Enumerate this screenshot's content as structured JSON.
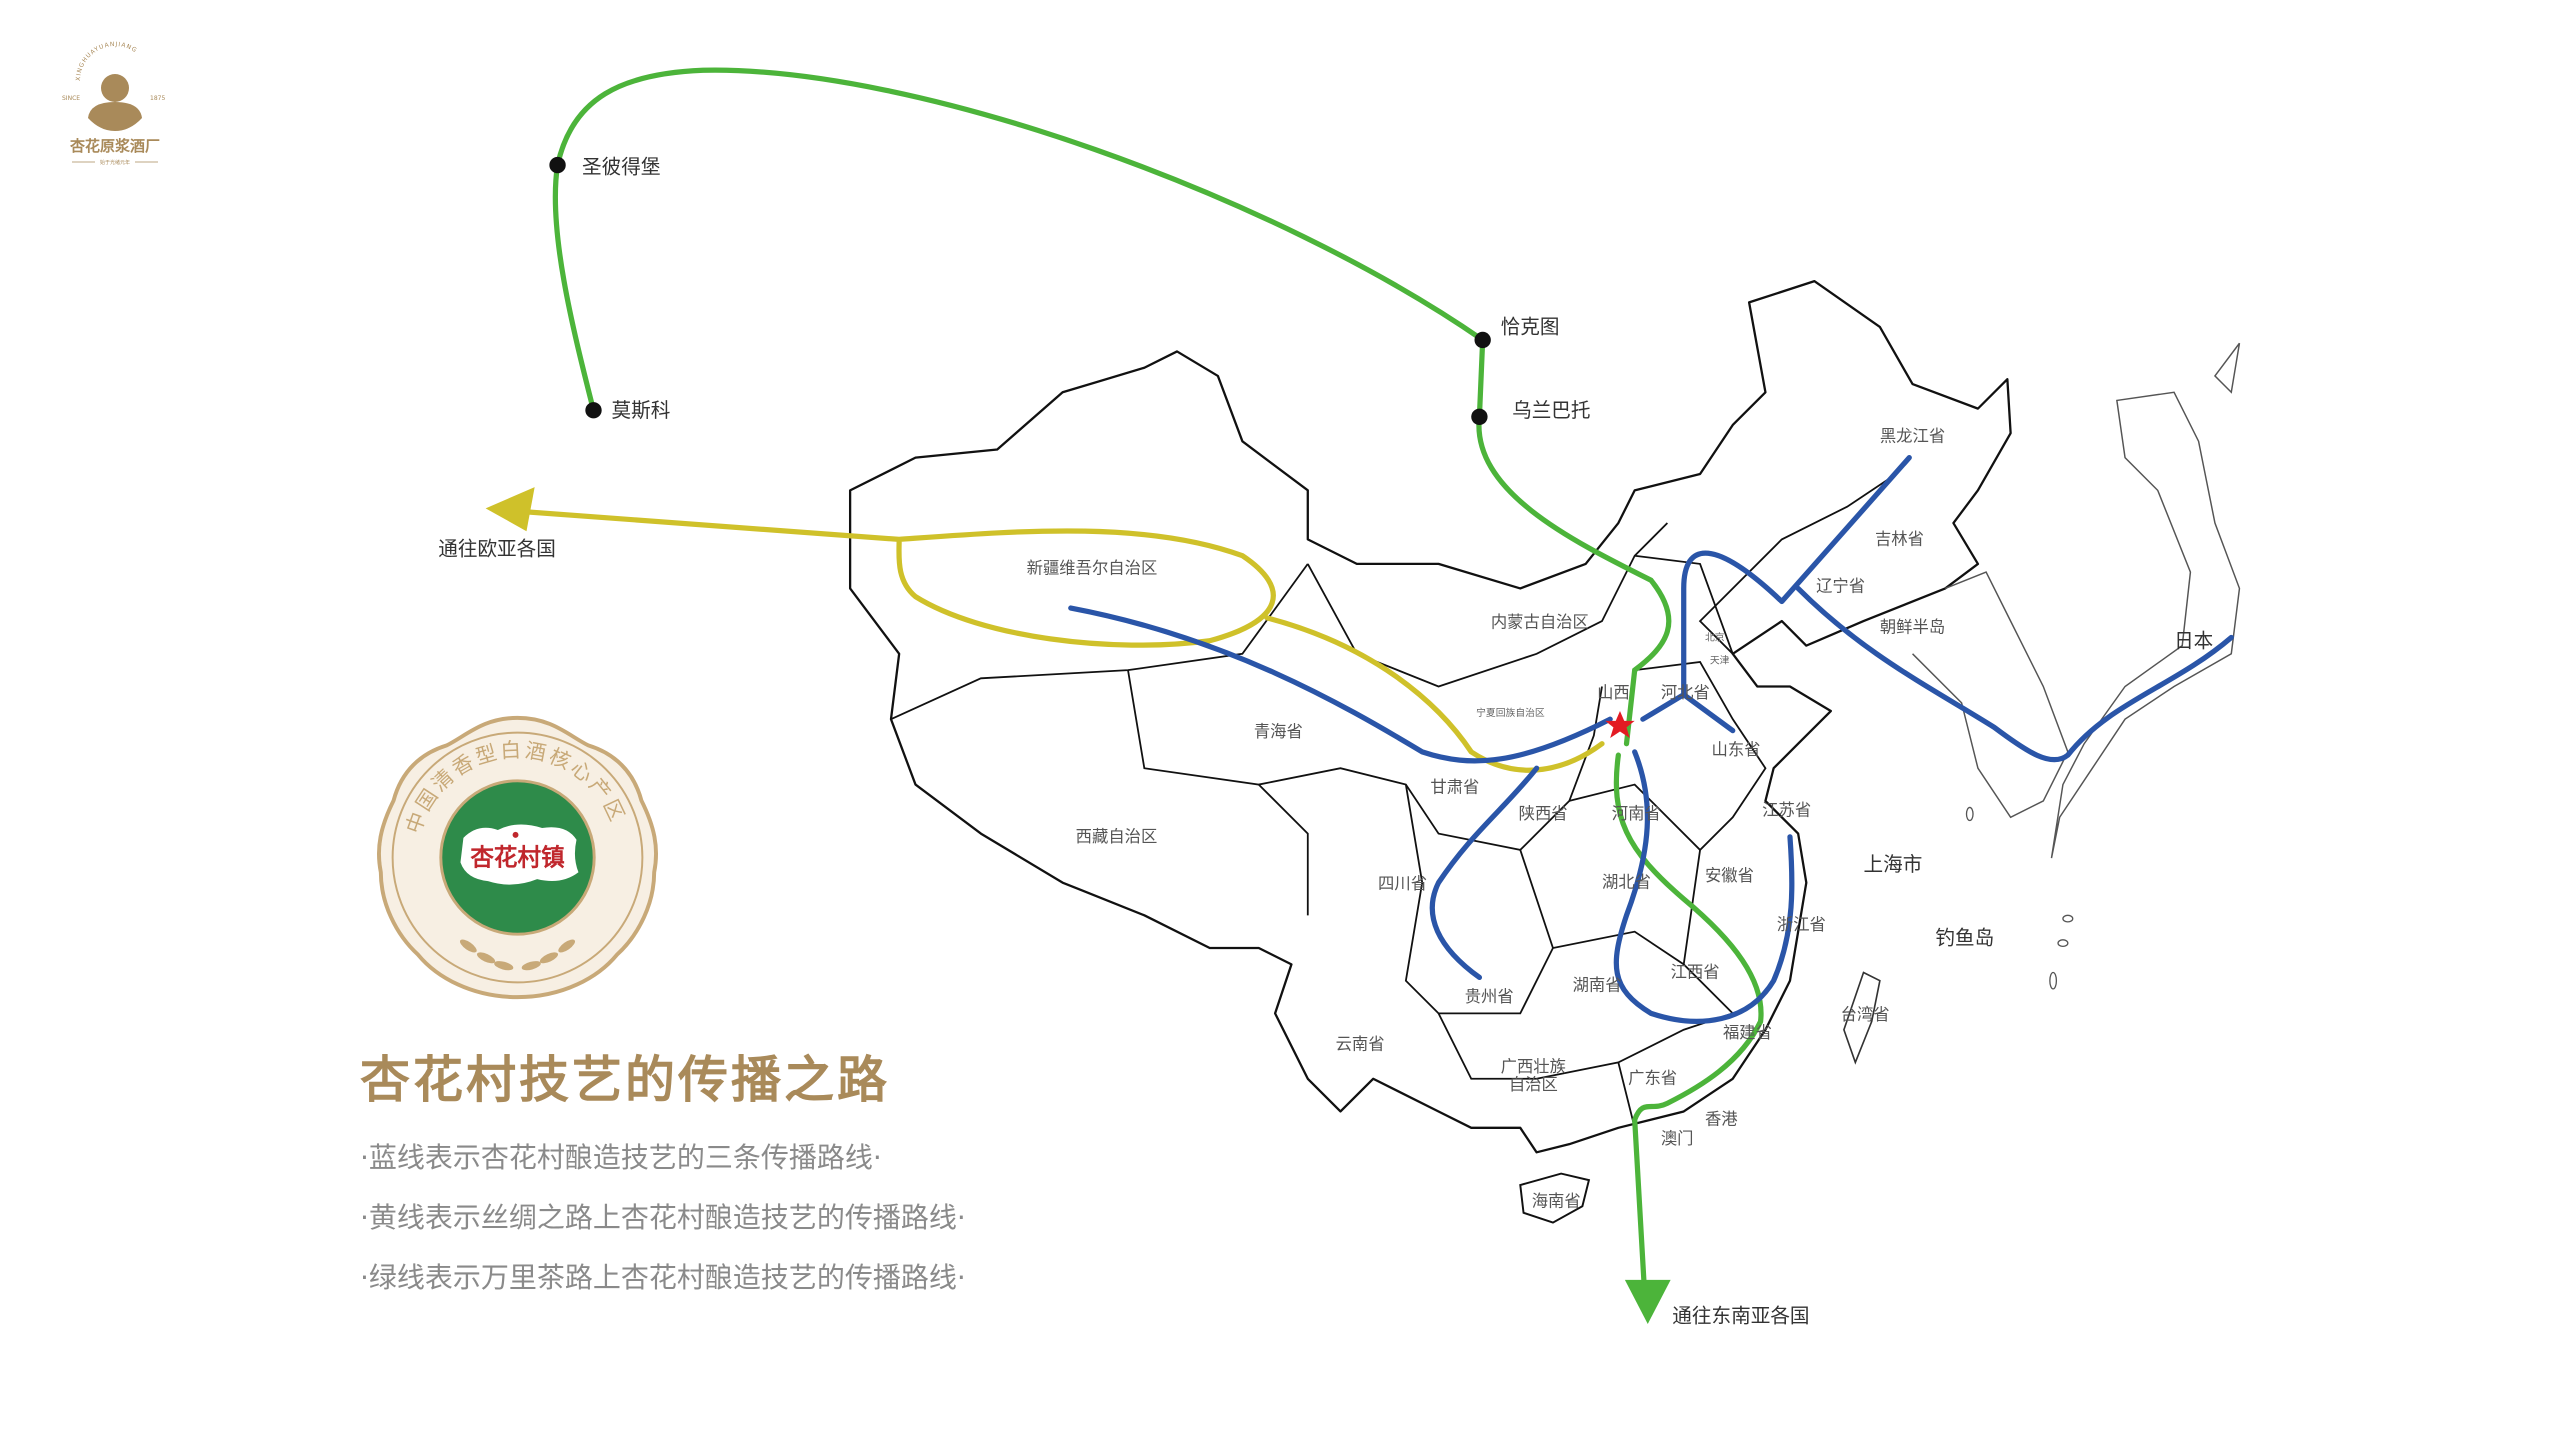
{
  "logo": {
    "arc_text": "XINGHUAYUANJIANG",
    "since": "SINCE",
    "year": "1875",
    "brand": "杏花原浆酒厂",
    "tagline": "始于光绪元年"
  },
  "seal": {
    "ring_text": "中国清香型白酒核心产区",
    "center_text": "杏花村镇"
  },
  "title": "杏花村技艺的传播之路",
  "legend": [
    "·蓝线表示杏花村酿造技艺的三条传播路线·",
    "·黄线表示丝绸之路上杏花村酿造技艺的传播路线·",
    "·绿线表示万里茶路上杏花村酿造技艺的传播路线·"
  ],
  "cities": {
    "st_petersburg": "圣彼得堡",
    "moscow": "莫斯科",
    "kyakhta": "恰克图",
    "ulaanbaatar": "乌兰巴托"
  },
  "destinations": {
    "eurasia": "通往欧亚各国",
    "southeast_asia": "通往东南亚各国"
  },
  "regions": {
    "xinjiang": "新疆维吾尔自治区",
    "neimenggu": "内蒙古自治区",
    "heilongjiang": "黑龙江省",
    "jilin": "吉林省",
    "liaoning": "辽宁省",
    "korea": "朝鲜半岛",
    "japan": "日本",
    "beijing": "北京",
    "tianjin": "天津",
    "shanxi": "山西",
    "hebei": "河北省",
    "shandong": "山东省",
    "ningxia": "宁夏回族自治区",
    "qinghai": "青海省",
    "gansu": "甘肃省",
    "shaanxi": "陕西省",
    "henan": "河南省",
    "jiangsu": "江苏省",
    "shanghai": "上海市",
    "xizang": "西藏自治区",
    "sichuan": "四川省",
    "hubei": "湖北省",
    "anhui": "安徽省",
    "zhejiang": "浙江省",
    "diaoyu": "钓鱼岛",
    "guizhou": "贵州省",
    "hunan": "湖南省",
    "jiangxi": "江西省",
    "taiwan": "台湾省",
    "fujian": "福建省",
    "yunnan": "云南省",
    "guangxi_1": "广西壮族",
    "guangxi_2": "自治区",
    "guangdong": "广东省",
    "hongkong": "香港",
    "macau": "澳门",
    "hainan": "海南省"
  },
  "colors": {
    "blue": "#2a55a8",
    "yellow": "#cfc12a",
    "green": "#4cb43a",
    "gold": "#a98a5a",
    "star": "#e31b23",
    "seal_green": "#2e8b4a"
  }
}
